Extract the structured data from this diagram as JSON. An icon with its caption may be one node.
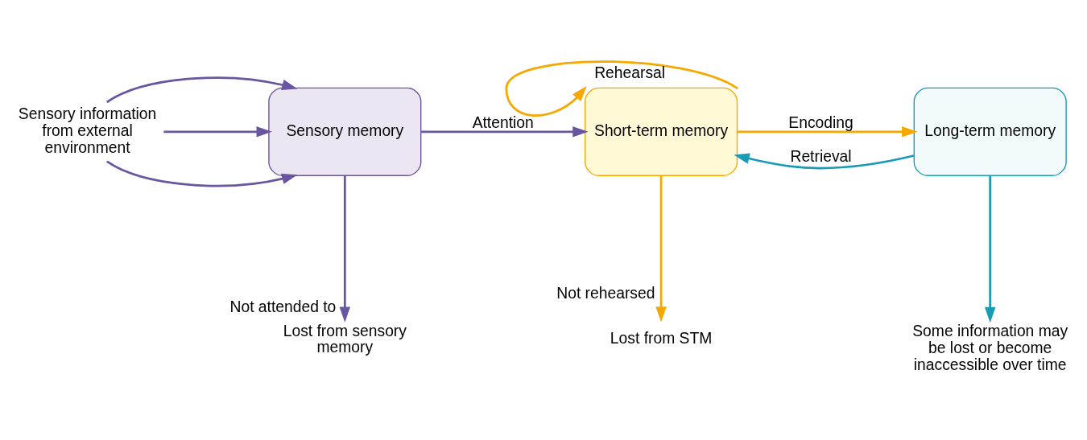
{
  "diagram": {
    "nodes": [
      {
        "text": [
          "Sensory information from external environment"
        ]
      },
      {
        "text": [
          "Sensory memory"
        ]
      },
      {
        "text": [
          "Short-term memory"
        ]
      },
      {
        "text": [
          "Long-term memory"
        ]
      },
      {
        "text": [
          "Lost from sensory memory"
        ]
      },
      {
        "text": [
          "Lost from STM"
        ]
      },
      {
        "text": [
          "Some information may be lost or become inaccessible over time"
        ]
      }
    ],
    "edges": [
      {
        "from": 0,
        "to": 1,
        "arrow": "to",
        "color": "#6a55a0"
      },
      {
        "from": 0,
        "to": 1,
        "arrow": "to",
        "color": "#6a55a0"
      },
      {
        "from": 0,
        "to": 1,
        "arrow": "to",
        "color": "#6a55a0"
      },
      {
        "from": 1,
        "to": 2,
        "arrow": "to",
        "label": "Attention",
        "color": "#6a55a0"
      },
      {
        "from": 2,
        "to": 2,
        "arrow": "to",
        "label": "Rehearsal",
        "color": "#f5a800"
      },
      {
        "from": 2,
        "to": 3,
        "arrow": "to",
        "label": "Encoding",
        "color": "#f5a800"
      },
      {
        "from": 3,
        "to": 2,
        "arrow": "to",
        "label": "Retrieval",
        "color": "#1a9bb5"
      },
      {
        "from": 1,
        "to": 4,
        "arrow": "to",
        "label": "Not attended to",
        "color": "#6a55a0"
      },
      {
        "from": 2,
        "to": 5,
        "arrow": "to",
        "label": "Not rehearsed",
        "color": "#f5a800"
      },
      {
        "from": 3,
        "to": 6,
        "arrow": "to",
        "color": "#1a9bb5"
      }
    ]
  }
}
